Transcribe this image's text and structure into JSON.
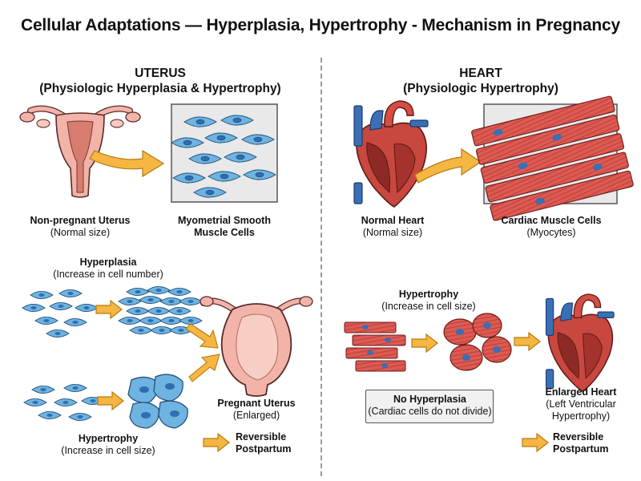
{
  "title": "Cellular Adaptations — Hyperplasia, Hypertrophy - Mechanism in Pregnancy",
  "uterus": {
    "heading": "UTERUS",
    "subheading": "(Physiologic Hyperplasia & Hypertrophy)",
    "nonpregnant_label": "Non-pregnant Uterus",
    "nonpregnant_sub": "(Normal size)",
    "cells_label_1": "Myometrial Smooth",
    "cells_label_2": "Muscle Cells",
    "hyperplasia_label": "Hyperplasia",
    "hyperplasia_sub": "(Increase in cell number)",
    "hypertrophy_label": "Hypertrophy",
    "hypertrophy_sub": "(Increase in cell size)",
    "pregnant_label": "Pregnant Uterus",
    "pregnant_sub": "(Enlarged)",
    "reversible_1": "Reversible",
    "reversible_2": "Postpartum"
  },
  "heart": {
    "heading": "HEART",
    "subheading": "(Physiologic Hypertrophy)",
    "normal_label": "Normal Heart",
    "normal_sub": "(Normal size)",
    "cells_label": "Cardiac Muscle Cells",
    "cells_sub": "(Myocytes)",
    "hypertrophy_label": "Hypertrophy",
    "hypertrophy_sub": "(Increase in cell size)",
    "nohyper_label": "No Hyperplasia",
    "nohyper_sub": "(Cardiac cells do not divide)",
    "enlarged_label": "Enlarged Heart",
    "enlarged_sub_1": "(Left Ventricular",
    "enlarged_sub_2": "Hypertrophy)",
    "reversible_1": "Reversible",
    "reversible_2": "Postpartum"
  },
  "colors": {
    "uterus_fill": "#f2b4a8",
    "uterus_stroke": "#5a2a2a",
    "smooth_cell": "#6fb3e0",
    "smooth_nucleus": "#2e6fb0",
    "cardiac_cell": "#d9534f",
    "arrow": "#f5b642",
    "heart_red": "#c0392b",
    "heart_blue": "#3a6fb5"
  }
}
